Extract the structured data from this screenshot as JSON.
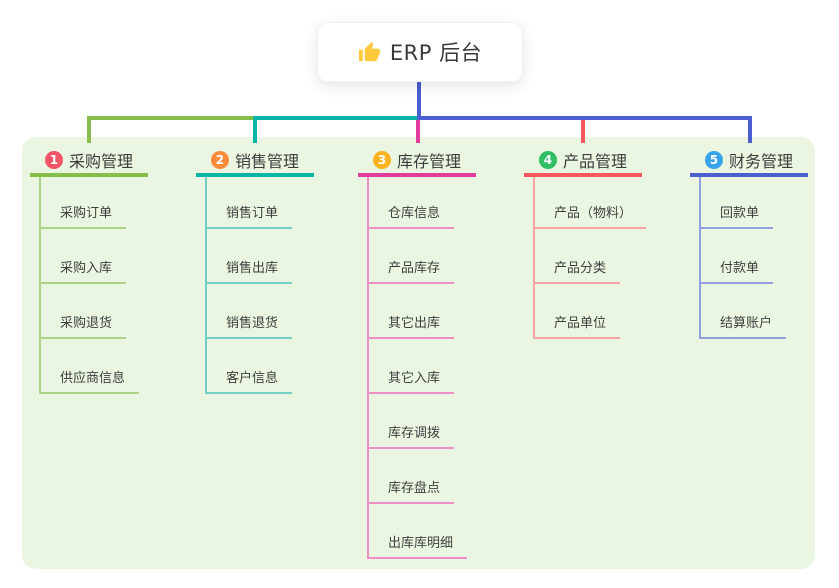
{
  "root": {
    "title": "ERP 后台",
    "icon": "thumbs-up-icon",
    "icon_color": "#ffc83d"
  },
  "panel": {
    "bg": "#eaf6e2"
  },
  "connector_color": "#4a5fd0",
  "branches": [
    {
      "number": "1",
      "label": "采购管理",
      "color": "#85be4b",
      "color_light": "#aed289",
      "badge_color": "#f25568",
      "children": [
        "采购订单",
        "采购入库",
        "采购退货",
        "供应商信息"
      ]
    },
    {
      "number": "2",
      "label": "销售管理",
      "color": "#0ab5a8",
      "color_light": "#74cfc6",
      "badge_color": "#ff8b3d",
      "children": [
        "销售订单",
        "销售出库",
        "销售退货",
        "客户信息"
      ]
    },
    {
      "number": "3",
      "label": "库存管理",
      "color": "#e03c9b",
      "color_light": "#ee8ec6",
      "badge_color": "#ffb41f",
      "children": [
        "仓库信息",
        "产品库存",
        "其它出库",
        "其它入库",
        "库存调拨",
        "库存盘点",
        "出库库明细"
      ]
    },
    {
      "number": "4",
      "label": "产品管理",
      "color": "#f4585c",
      "color_light": "#f8a2a4",
      "badge_color": "#2ebe63",
      "children": [
        "产品（物料）",
        "产品分类",
        "产品单位"
      ]
    },
    {
      "number": "5",
      "label": "财务管理",
      "color": "#4a5fd0",
      "color_light": "#94a0e2",
      "badge_color": "#36a3ea",
      "children": [
        "回款单",
        "付款单",
        "结算账户"
      ]
    }
  ]
}
